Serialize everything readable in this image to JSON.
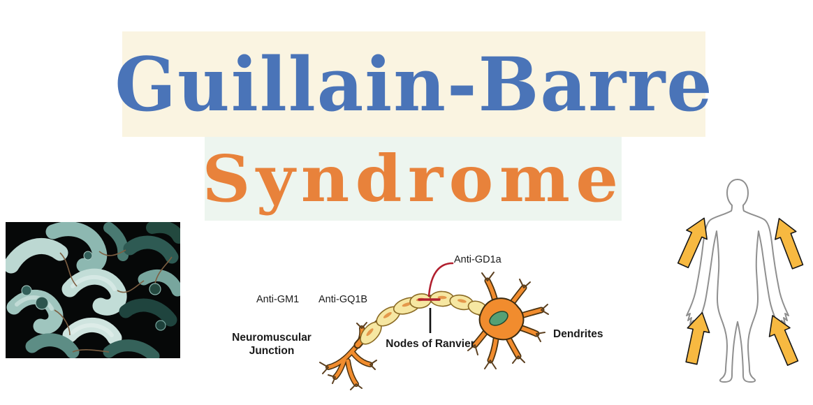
{
  "colors": {
    "page_bg": "#ffffff",
    "title_blue": "#4a74b8",
    "title_cream_bg": "#faf4e1",
    "subtitle_orange": "#e8823b",
    "subtitle_mint_bg": "#edf5ef",
    "inhibition_red": "#b11f2e",
    "neuron_orange": "#f18c2e",
    "neuron_outline": "#4a3210",
    "myelin_fill": "#f6e7a2",
    "myelin_stroke": "#8a6a24",
    "nucleus_green": "#55a075",
    "body_outline_gray": "#8f8f8f",
    "arrow_yellow": "#f7b941",
    "label_black": "#1a1a1a"
  },
  "title": {
    "line1": "Guillain-Barre",
    "line2": "Syndrome"
  },
  "neuron": {
    "anti_gd1a": "Anti-GD1a",
    "anti_gm1": "Anti-GM1",
    "anti_gq1b": "Anti-GQ1B",
    "neuromuscular_junction": "Neuromuscular Junction",
    "nodes_of_ranvier": "Nodes of Ranvier",
    "dendrites": "Dendrites"
  },
  "images": {
    "micrograph_name": "campylobacter-bacteria-electron-micrograph",
    "neuron_name": "neuron-antibody-target-diagram",
    "body_name": "human-figure-with-ascending-arrows"
  }
}
